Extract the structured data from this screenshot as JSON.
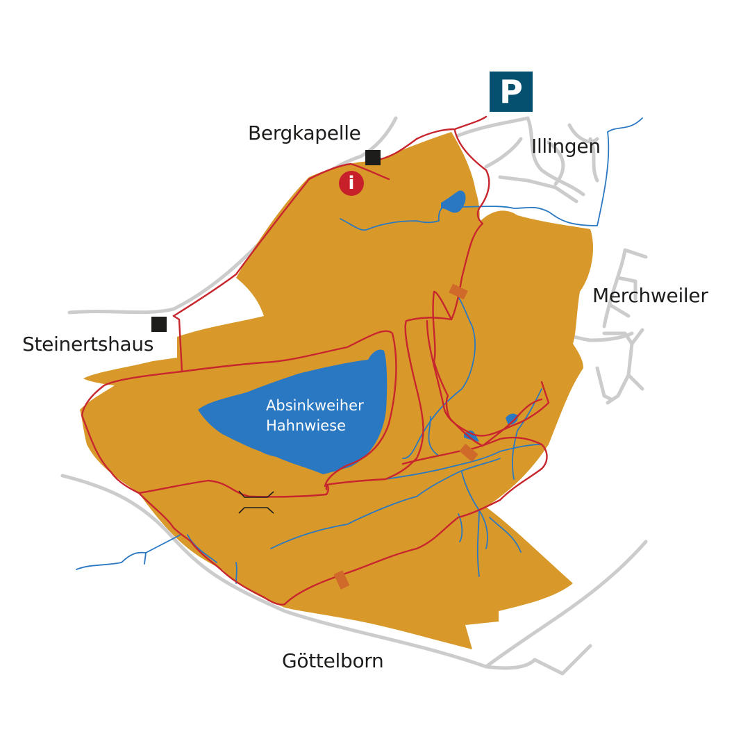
{
  "map": {
    "colors": {
      "area_fill": "#d8992a",
      "trail": "#c8262e",
      "water": "#2a78c2",
      "stream": "#2a78c2",
      "road": "#cccccc",
      "bridge_marker": "#d06a2a",
      "parking_bg": "#05506e",
      "info_bg": "#c8202a",
      "poi_marker": "#1d1d1b",
      "label_text": "#1d1d1b"
    },
    "places": {
      "bergkapelle": "Bergkapelle",
      "illingen": "Illingen",
      "merchweiler": "Merchweiler",
      "steinertshaus": "Steinertshaus",
      "goettelborn": "Göttelborn"
    },
    "lake": {
      "line1": "Absinkweiher",
      "line2": "Hahnwiese"
    },
    "icons": {
      "parking": "P",
      "info": "i"
    }
  }
}
